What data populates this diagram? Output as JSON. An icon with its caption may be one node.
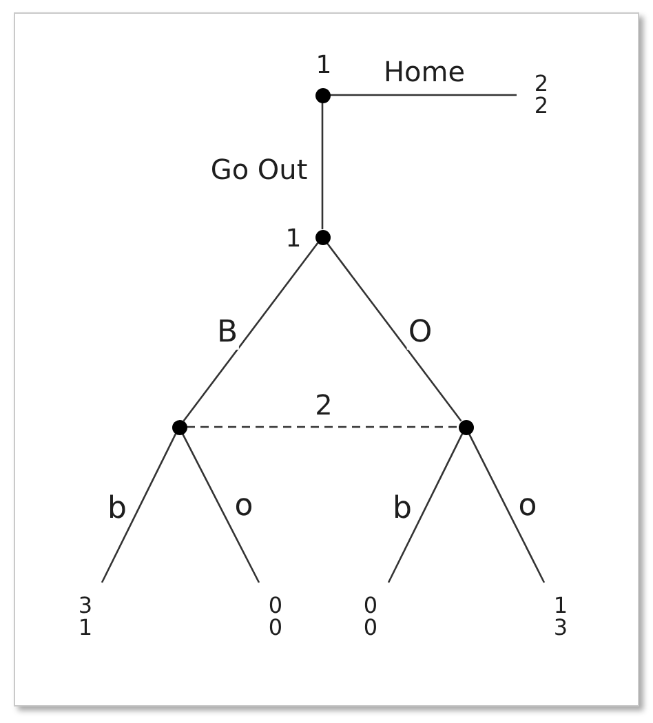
{
  "diagram": {
    "nodes": [
      {
        "text": [],
        "shape": "circle",
        "beside": [
          "1"
        ]
      },
      {
        "text": [
          "2",
          "2"
        ]
      },
      {
        "text": [],
        "shape": "circle",
        "beside": [
          "1"
        ]
      },
      {
        "text": [],
        "shape": "circle"
      },
      {
        "text": [],
        "shape": "circle"
      },
      {
        "text": [
          "3",
          "1"
        ]
      },
      {
        "text": [
          "0",
          "0"
        ]
      },
      {
        "text": [
          "0",
          "0"
        ]
      },
      {
        "text": [
          "1",
          "3"
        ]
      }
    ],
    "edges": [
      {
        "from": 0,
        "to": 1,
        "arrow": "none",
        "label": "Home"
      },
      {
        "from": 0,
        "to": 2,
        "arrow": "none",
        "label": "Go Out"
      },
      {
        "from": 2,
        "to": 3,
        "arrow": "none",
        "label": "B"
      },
      {
        "from": 2,
        "to": 4,
        "arrow": "none",
        "label": "O"
      },
      {
        "from": 3,
        "to": 4,
        "arrow": "none",
        "label": "2",
        "style": "dashed"
      },
      {
        "from": 3,
        "to": 5,
        "arrow": "none",
        "label": "b"
      },
      {
        "from": 3,
        "to": 6,
        "arrow": "none",
        "label": "o"
      },
      {
        "from": 4,
        "to": 7,
        "arrow": "none",
        "label": "b"
      },
      {
        "from": 4,
        "to": 8,
        "arrow": "none",
        "label": "o"
      }
    ]
  }
}
